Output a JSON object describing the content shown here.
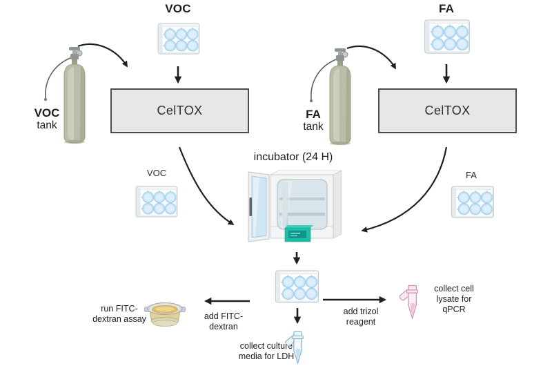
{
  "diagram": {
    "title_hidden": "VOC and FA exposure workflow",
    "labels": {
      "voc_top": "VOC",
      "fa_top": "FA",
      "celtox_left": "CelTOX",
      "celtox_right": "CelTOX",
      "voc_mid": "VOC",
      "fa_mid": "FA",
      "incubator": "incubator (24 H)",
      "run_fitc": "run FITC-\ndextran assay",
      "add_fitc": "add FITC-\ndextran",
      "add_trizol": "add trizol\nreagent",
      "collect_cell": "collect cell\nlysate for\nqPCR",
      "collect_media": "collect culture\nmedia for LDH"
    },
    "voc_tank": {
      "name": "VOC",
      "word": "tank"
    },
    "fa_tank": {
      "name": "FA",
      "word": "tank"
    },
    "icons": [
      "gas-cylinder-voc",
      "gas-cylinder-fa",
      "six-well-plate-voc-top",
      "six-well-plate-fa-top",
      "six-well-plate-voc-mid",
      "six-well-plate-fa-mid",
      "six-well-plate-bottom",
      "incubator",
      "transwell-dish",
      "microtube-blue",
      "microtube-pink"
    ]
  },
  "colors": {
    "text": "#1c1c1c",
    "arrow": "#1f1f1f",
    "box_fill": "#e7e7e7",
    "box_border": "#4d4d4d",
    "box_text": "#2e2e2e",
    "plate_fill": "#f3f6f8",
    "plate_edge": "#c7ccd1",
    "well_fill": "#c9e6f7",
    "well_ring": "#a4d0ec",
    "well_inner": "#dceffa",
    "tank_body": "#b9bfa6",
    "tank_dark": "#99a086",
    "tank_light": "#d3d7c3",
    "valve": "#8f9597",
    "teal": "#1ebdab",
    "teal_dark": "#0f9487",
    "glass": "#cfe6f4",
    "amber": "#ddbc66",
    "amber_light": "#ecd795"
  }
}
